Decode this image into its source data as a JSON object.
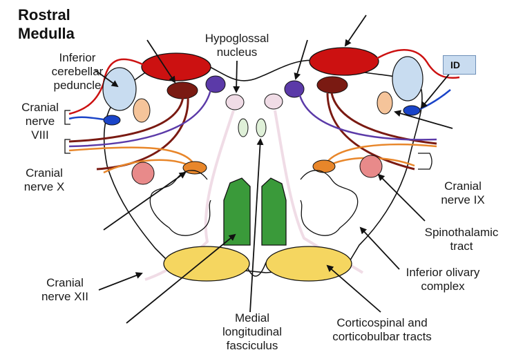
{
  "title": "Rostral\nMedulla",
  "badge": "ID",
  "labels": {
    "hypoglossal_nucleus": "Hypoglossal\nnucleus",
    "inferior_cerebellar_peduncle": "Inferior\ncerebellar\npeduncle",
    "cranial_nerve_viii": "Cranial\nnerve\nVIII",
    "cranial_nerve_x": "Cranial\nnerve X",
    "cranial_nerve_ix": "Cranial\nnerve IX",
    "spinothalamic_tract": "Spinothalamic\ntract",
    "inferior_olivary_complex": "Inferior olivary\ncomplex",
    "cranial_nerve_xii": "Cranial\nnerve XII",
    "medial_longitudinal_fasciculus": "Medial\nlongitudinal\nfasciculus",
    "corticospinal_corticobulbar": "Corticospinal and\ncorticobulbar tracts"
  },
  "colors": {
    "outline": "#111111",
    "cerebellar_peduncle_red": "#cc1111",
    "nucleus_dark_red": "#7a1a12",
    "purple": "#5b3aa8",
    "light_blue": "#c8dcf0",
    "blue": "#1a44c8",
    "peach": "#f5c49a",
    "orange": "#e8862a",
    "pink": "#e88a8a",
    "light_pink": "#f0dce6",
    "light_green": "#dff0d8",
    "green": "#3a9a3a",
    "yellow": "#f5d660"
  }
}
